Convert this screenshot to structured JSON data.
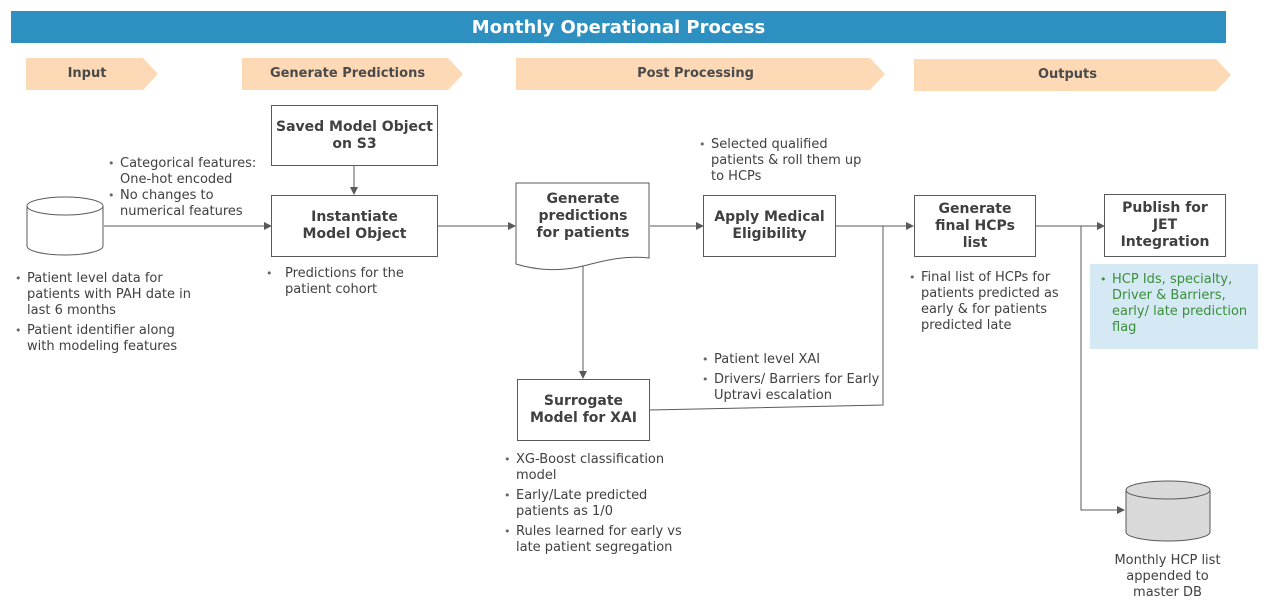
{
  "title": "Monthly Operational Process",
  "stages": [
    {
      "label": "Input"
    },
    {
      "label": "Generate Predictions"
    },
    {
      "label": "Post Processing"
    },
    {
      "label": "Outputs"
    }
  ],
  "nodes": {
    "saved_model": "Saved Model Object on S3",
    "instantiate": "Instantiate Model Object",
    "generate_predictions": "Generate predictions for patients",
    "medical_eligibility": "Apply Medical Eligibility",
    "final_hcps": "Generate final HCPs list",
    "publish": "Publish for JET Integration",
    "surrogate": "Surrogate Model for XAI",
    "master_db_caption": "Monthly HCP list appended to master DB"
  },
  "notes": {
    "input_data": [
      "Patient level data for patients with PAH date in last 6 months",
      "Patient identifier along with modeling features"
    ],
    "features": [
      "Categorical features: One-hot encoded",
      "No changes to numerical features"
    ],
    "predictions": [
      "Predictions for the patient cohort"
    ],
    "qualified": [
      "Selected qualified patients & roll them up to HCPs"
    ],
    "xai": [
      "Patient level XAI",
      "Drivers/ Barriers for Early Uptravi escalation"
    ],
    "surrogate": [
      "XG-Boost classification model",
      "Early/Late predicted patients as 1/0",
      "Rules learned for early vs late patient segregation"
    ],
    "final_list": [
      "Final list of HCPs for patients predicted as early & for patients predicted late"
    ],
    "publish": [
      "HCP Ids, specialty, Driver & Barriers, early/ late prediction flag"
    ]
  },
  "colors": {
    "title_bar": "#2e8fc1",
    "stage_fill": "#fdd9b5",
    "box_border": "#595959",
    "publish_note_bg": "#d5e9f5",
    "publish_note_text": "#3a8d3a",
    "db_fill": "#d9d9d9"
  }
}
